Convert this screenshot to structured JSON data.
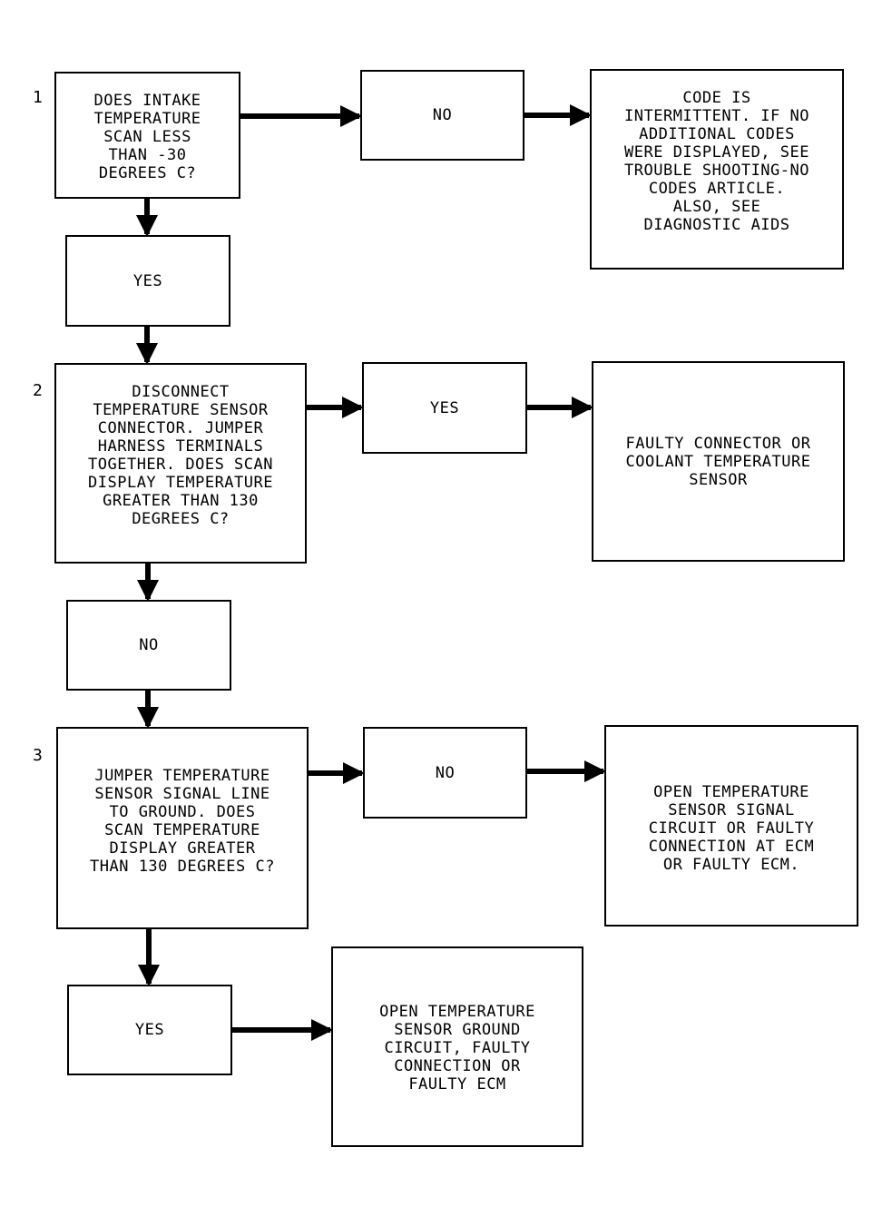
{
  "steps": {
    "s1": {
      "number": "1",
      "question": "DOES INTAKE\nTEMPERATURE\nSCAN LESS\nTHAN -30\nDEGREES C?",
      "no_label": "NO",
      "no_result": "CODE IS\nINTERMITTENT. IF NO\nADDITIONAL CODES\nWERE DISPLAYED, SEE\nTROUBLE SHOOTING-NO\nCODES ARTICLE.\nALSO, SEE\nDIAGNOSTIC AIDS",
      "yes_label": "YES"
    },
    "s2": {
      "number": "2",
      "question": "DISCONNECT\nTEMPERATURE SENSOR\nCONNECTOR. JUMPER\nHARNESS TERMINALS\nTOGETHER. DOES SCAN\nDISPLAY TEMPERATURE\nGREATER THAN 130\nDEGREES C?",
      "yes_label": "YES",
      "yes_result": "FAULTY CONNECTOR OR\nCOOLANT TEMPERATURE\nSENSOR",
      "no_label": "NO"
    },
    "s3": {
      "number": "3",
      "question": "JUMPER TEMPERATURE\nSENSOR SIGNAL LINE\nTO GROUND. DOES\nSCAN TEMPERATURE\nDISPLAY GREATER\nTHAN 130 DEGREES C?",
      "no_label": "NO",
      "no_result": "OPEN TEMPERATURE\nSENSOR SIGNAL\nCIRCUIT OR FAULTY\nCONNECTION AT ECM\nOR FAULTY ECM.",
      "yes_label": "YES",
      "yes_result": "OPEN TEMPERATURE\nSENSOR GROUND\nCIRCUIT, FAULTY\nCONNECTION OR\nFAULTY ECM"
    }
  }
}
